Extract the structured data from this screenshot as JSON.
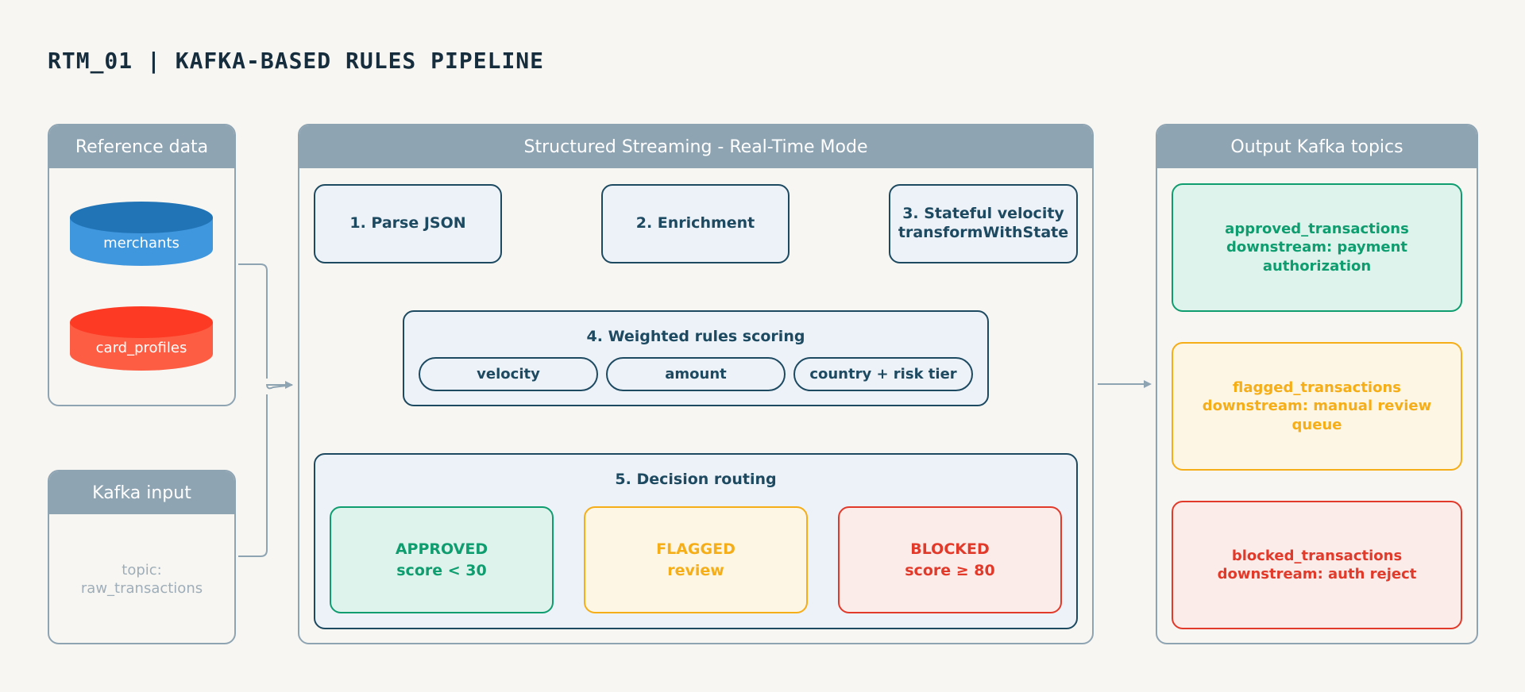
{
  "title": "RTM_01 | KAFKA-BASED RULES PIPELINE",
  "reference_panel": {
    "header": "Reference data",
    "tables": [
      {
        "label": "merchants",
        "color": "#3f97de"
      },
      {
        "label": "card_profiles",
        "color": "#fd4a30"
      }
    ]
  },
  "kafka_input": {
    "header": "Kafka input",
    "topic_prefix": "topic:",
    "topic_name": "raw_transactions"
  },
  "streaming": {
    "header": "Structured Streaming - Real-Time Mode",
    "stage1": "1. Parse JSON",
    "stage2": "2. Enrichment",
    "stage3_line1": "3. Stateful velocity",
    "stage3_line2": "transformWithState",
    "scoring": {
      "title": "4. Weighted rules scoring",
      "pills": [
        "velocity",
        "amount",
        "country + risk tier"
      ]
    },
    "routing": {
      "title": "5. Decision routing",
      "decisions": [
        {
          "label": "APPROVED",
          "detail": "score < 30",
          "color": "#0f9d6f",
          "bg": "#def3ec"
        },
        {
          "label": "FLAGGED",
          "detail": "review",
          "color": "#f5ad18",
          "bg": "#fdf6e4"
        },
        {
          "label": "BLOCKED",
          "detail": "score ≥ 80",
          "color": "#e23a2a",
          "bg": "#fbecea"
        }
      ]
    }
  },
  "outputs": {
    "header": "Output Kafka topics",
    "topics": [
      {
        "name": "approved_transactions",
        "downstream": "downstream: payment authorization",
        "color": "#0f9d6f",
        "bg": "#def3ec"
      },
      {
        "name": "flagged_transactions",
        "downstream": "downstream: manual review queue",
        "color": "#f5ad18",
        "bg": "#fdf6e4"
      },
      {
        "name": "blocked_transactions",
        "downstream": "downstream: auth reject",
        "color": "#e23a2a",
        "bg": "#fbecea"
      }
    ]
  },
  "colors": {
    "navy": "#1d4a60",
    "panel_gray": "#8ea4b3",
    "background": "#f8f6f2",
    "approved": "#0f9d6f",
    "flagged": "#f5ad18",
    "blocked": "#e23a2a"
  }
}
